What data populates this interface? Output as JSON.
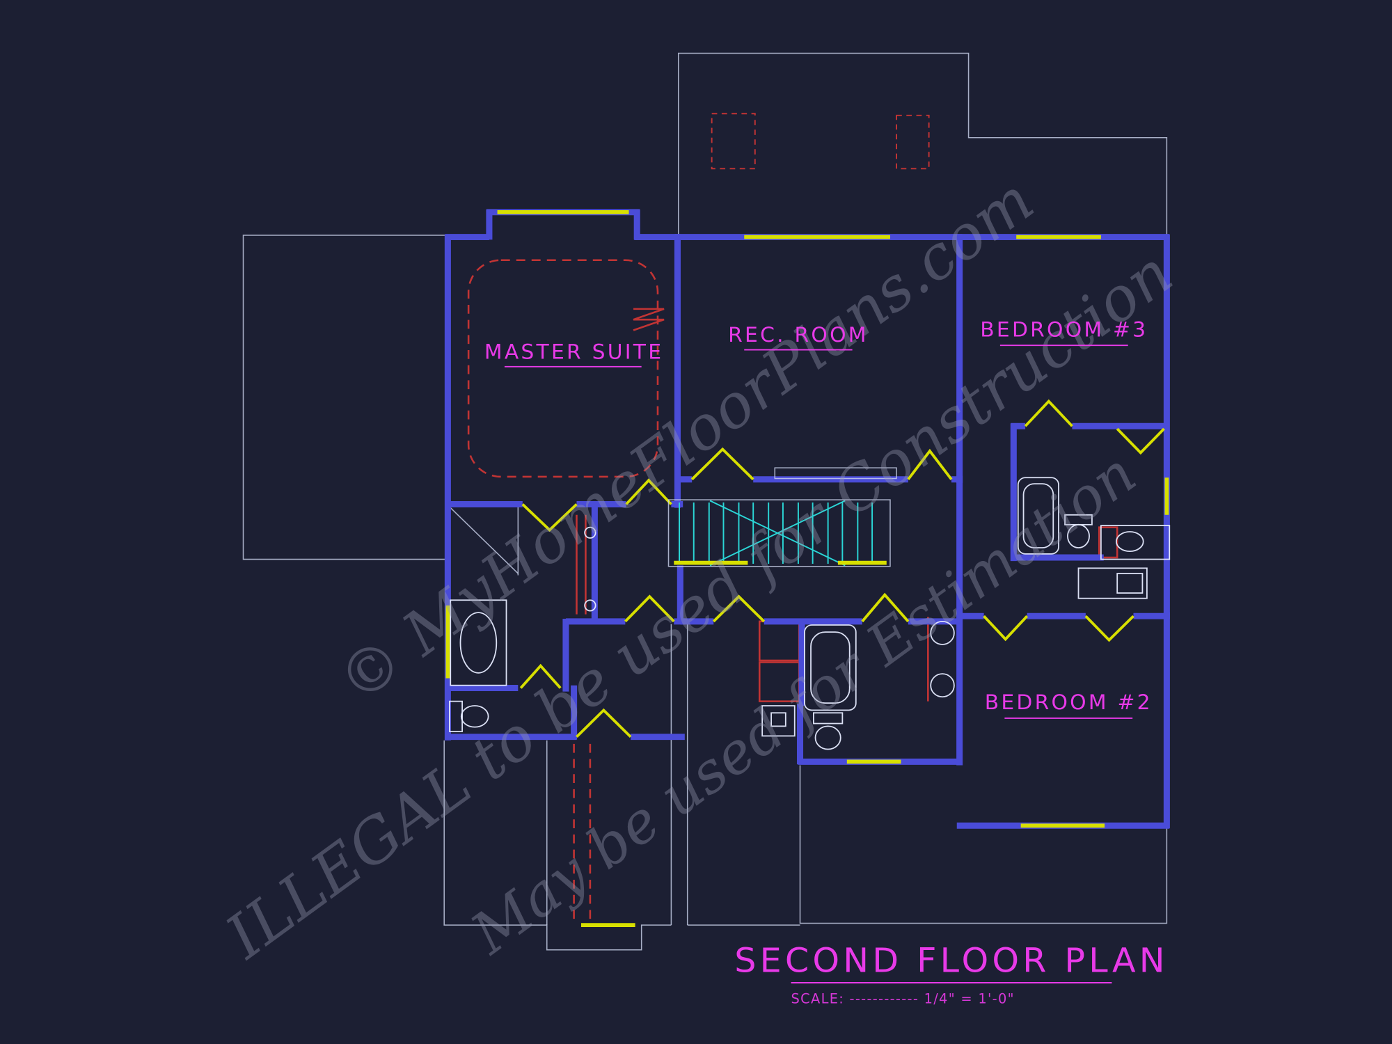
{
  "drawing": {
    "background": "#1c1f33",
    "colors": {
      "wall": "#4a4cd8",
      "window": "#d8e000",
      "stairs": "#2bd6d6",
      "dashed_ceiling": "#c23434",
      "label": "#e83ae8",
      "lower_floor_outline": "#cdd4ee"
    },
    "rooms": [
      {
        "label": "MASTER SUITE"
      },
      {
        "label": "REC. ROOM"
      },
      {
        "label": "BEDROOM #3"
      },
      {
        "label": "BEDROOM #2"
      }
    ],
    "title": "SECOND FLOOR PLAN",
    "scale": "SCALE: ------------ 1/4\" = 1'-0\"",
    "watermark": {
      "line1": "© MyHomeFloorPlans.com",
      "line2": "ILLEGAL to be used for Construction",
      "line3": "May be used for Estimation"
    }
  }
}
